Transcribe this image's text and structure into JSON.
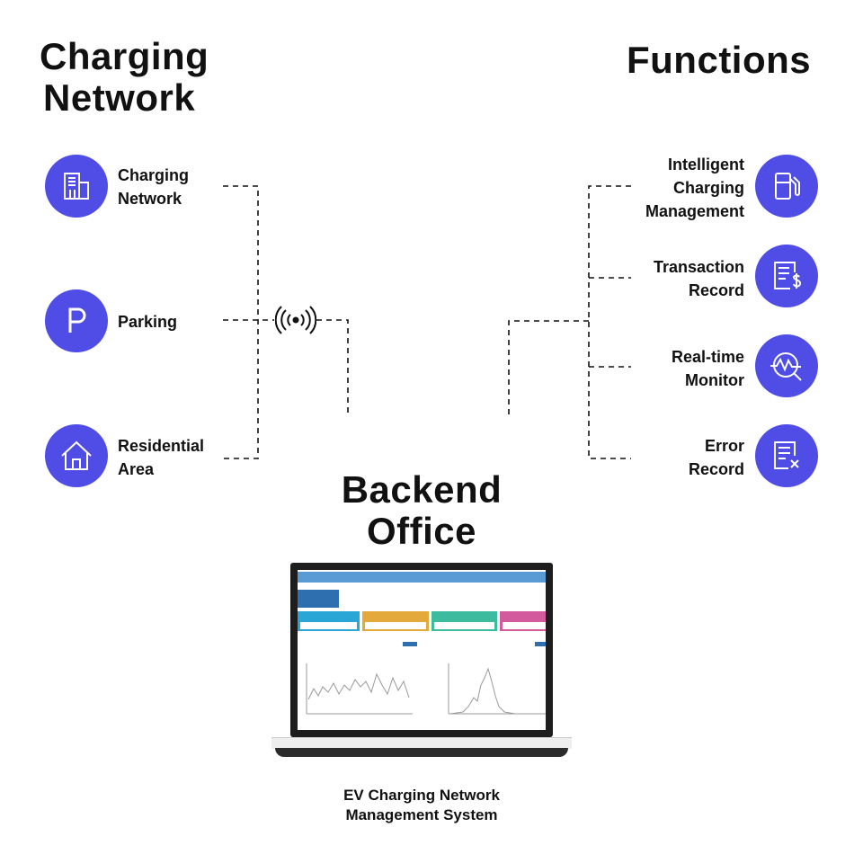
{
  "left_title": [
    "Charging",
    "Network"
  ],
  "right_title": "Functions",
  "center_title": [
    "Backend",
    "Office"
  ],
  "left_items": [
    {
      "label": [
        "Charging",
        "Network"
      ],
      "icon": "building-icon"
    },
    {
      "label": [
        "Parking"
      ],
      "icon": "parking-icon"
    },
    {
      "label": [
        "Residential",
        "Area"
      ],
      "icon": "house-icon"
    }
  ],
  "right_items": [
    {
      "label": [
        "Intelligent",
        "Charging",
        "Management"
      ],
      "icon": "fuel-pump-icon"
    },
    {
      "label": [
        "Transaction",
        "Record"
      ],
      "icon": "invoice-dollar-icon"
    },
    {
      "label": [
        "Real-time",
        "Monitor"
      ],
      "icon": "monitor-chart-icon"
    },
    {
      "label": [
        "Error",
        "Record"
      ],
      "icon": "document-error-icon"
    }
  ],
  "caption": [
    "EV Charging Network",
    "Management System"
  ],
  "colors": {
    "accent": "#4f4de6",
    "card_blue": "#2aa6d6",
    "card_yellow": "#e3a93a",
    "card_teal": "#3dbb9f",
    "card_pink": "#d45a9e"
  }
}
